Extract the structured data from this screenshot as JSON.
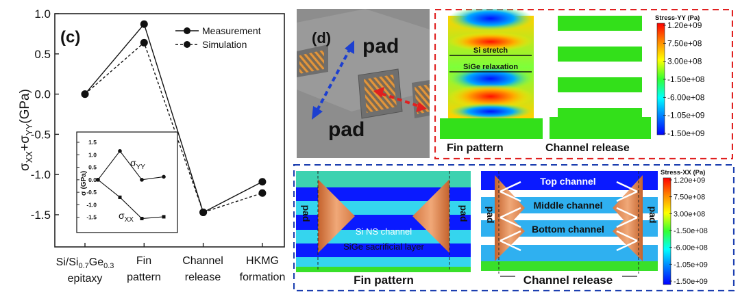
{
  "panel_c": {
    "label": "(c)",
    "y_axis": {
      "sigma": "σ",
      "sub_xx": "XX",
      "plus": "+",
      "sub_yy": "YY",
      "unit": "(GPa)"
    },
    "categories": [
      {
        "line1a": "Si/Si",
        "sub1": "0.7",
        "line1b": "Ge",
        "sub2": "0.3",
        "line2": "epitaxy"
      },
      {
        "line1": "Fin",
        "line2": "pattern"
      },
      {
        "line1": "Channel",
        "line2": "release"
      },
      {
        "line1": "HKMG",
        "line2": "formation"
      }
    ],
    "inset": {
      "y_axis_label": "σ (GPa)",
      "yy_symbol": "σ",
      "yy_sub": "YY",
      "xx_symbol": "σ",
      "xx_sub": "XX"
    }
  },
  "chart_data": [
    {
      "type": "line",
      "x": [
        1,
        2,
        3,
        4
      ],
      "categories": [
        "Si/Si0.7Ge0.3 epitaxy",
        "Fin pattern",
        "Channel release",
        "HKMG formation"
      ],
      "ylabel": "σXX+σYY (GPa)",
      "ylim": [
        -1.9,
        1.0
      ],
      "yticks": [
        "1.0",
        "0.5",
        "0.0",
        "-0.5",
        "-1.0",
        "-1.5"
      ],
      "ytick_values": [
        1.0,
        0.5,
        0.0,
        -0.5,
        -1.0,
        -1.5
      ],
      "legend": "top-right",
      "grid": false,
      "series": [
        {
          "name": "Measurement",
          "values": [
            0.0,
            0.87,
            -1.47,
            -1.09
          ],
          "style": "solid"
        },
        {
          "name": "Simulation",
          "values": [
            0.0,
            0.64,
            -1.47,
            -1.23
          ],
          "style": "dashed"
        }
      ]
    },
    {
      "type": "line",
      "x": [
        1,
        2,
        3,
        4
      ],
      "ylabel": "σ (GPa)",
      "ylim": [
        -1.7,
        1.5
      ],
      "yticks": [
        "1.5",
        "1.0",
        "0.5",
        "0.0",
        "-0.5",
        "-1.0",
        "-1.5"
      ],
      "ytick_values": [
        1.5,
        1.0,
        0.5,
        0.0,
        -0.5,
        -1.0,
        -1.5
      ],
      "series": [
        {
          "name": "σYY",
          "values": [
            0.0,
            1.15,
            0.0,
            0.12
          ],
          "marker": "circle"
        },
        {
          "name": "σXX",
          "values": [
            0.0,
            -0.7,
            -1.55,
            -1.48
          ],
          "marker": "square"
        }
      ]
    }
  ],
  "panel_d": {
    "label": "(d)",
    "pad_top": "pad",
    "pad_bottom": "pad"
  },
  "stress_yy": {
    "si_stretch": "Si stretch",
    "sige_relaxation": "SiGe relaxation",
    "caption_left": "Fin pattern",
    "caption_right": "Channel release",
    "colorbar": {
      "title": "Stress-YY (Pa)",
      "ticks": [
        "1.20e+09",
        "7.50e+08",
        "3.00e+08",
        "-1.50e+08",
        "-6.00e+08",
        "-1.05e+09",
        "-1.50e+09"
      ]
    }
  },
  "stress_xx": {
    "pad": "pad",
    "si_ns_channel": "Si NS channel",
    "sige_sacrificial": "SiGe sacrificial layer",
    "top_channel": "Top channel",
    "middle_channel": "Middle channel",
    "bottom_channel": "Bottom channel",
    "caption_left": "Fin pattern",
    "caption_right": "Channel release",
    "colorbar": {
      "title": "Stress-XX (Pa)",
      "ticks": [
        "1.20e+09",
        "7.50e+08",
        "3.00e+08",
        "-1.50e+08",
        "-6.00e+08",
        "-1.05e+09",
        "-1.50e+09"
      ]
    }
  },
  "colors": {
    "red_dash": "#e02020",
    "blue_dash": "#1c3fb0",
    "stress_red": "#ff1a00",
    "stress_green": "#33e01a",
    "stress_blue": "#0000ff",
    "cone_orange": "#e38a54"
  }
}
